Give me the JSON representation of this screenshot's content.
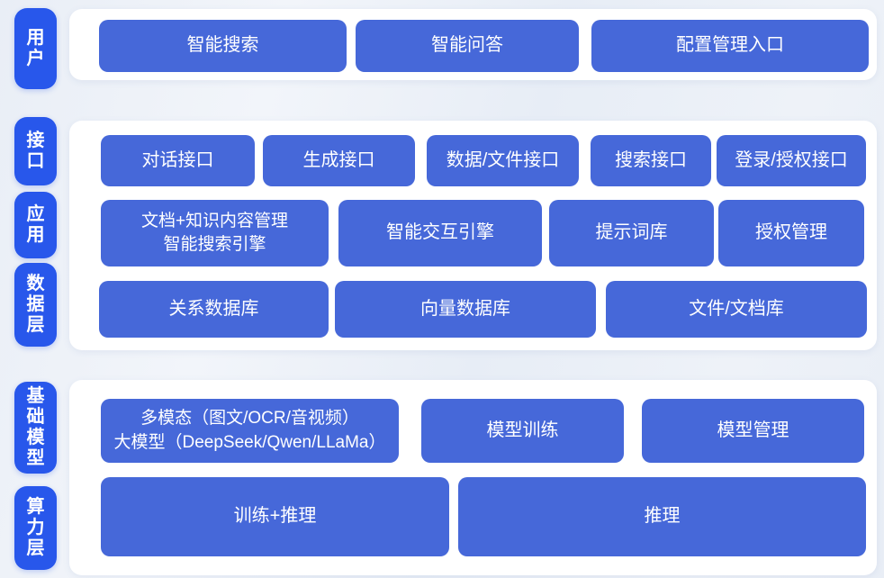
{
  "colors": {
    "background": "#e9eef6",
    "panel_white": "#ffffff",
    "pill_blue": "#2857eb",
    "box_blue": "#4668d9",
    "label_text": "#ffffff"
  },
  "sections": [
    {
      "name": "user-section",
      "pills": [
        {
          "label": "用户"
        }
      ],
      "rows": [
        {
          "boxes": [
            {
              "label": "智能搜索"
            },
            {
              "label": "智能问答"
            },
            {
              "label": "配置管理入口"
            }
          ]
        }
      ]
    },
    {
      "name": "middle-section",
      "pills": [
        {
          "label": "接口"
        },
        {
          "label": "应用"
        },
        {
          "label": "数据层"
        }
      ],
      "rows": [
        {
          "boxes": [
            {
              "label": "对话接口"
            },
            {
              "label": "生成接口"
            },
            {
              "label": "数据/文件接口"
            },
            {
              "label": "搜索接口"
            },
            {
              "label": "登录/授权接口"
            }
          ]
        },
        {
          "boxes": [
            {
              "label": "文档+知识内容管理\n智能搜索引擎"
            },
            {
              "label": "智能交互引擎"
            },
            {
              "label": "提示词库"
            },
            {
              "label": "授权管理"
            }
          ]
        },
        {
          "boxes": [
            {
              "label": "关系数据库"
            },
            {
              "label": "向量数据库"
            },
            {
              "label": "文件/文档库"
            }
          ]
        }
      ]
    },
    {
      "name": "foundation-section",
      "pills": [
        {
          "label": "基础模型"
        },
        {
          "label": "算力层"
        }
      ],
      "rows": [
        {
          "boxes": [
            {
              "label": "多模态（图文/OCR/音视频）\n大模型（DeepSeek/Qwen/LLaMa）"
            },
            {
              "label": "模型训练"
            },
            {
              "label": "模型管理"
            }
          ]
        },
        {
          "boxes": [
            {
              "label": "训练+推理"
            },
            {
              "label": "推理"
            }
          ]
        }
      ]
    }
  ]
}
